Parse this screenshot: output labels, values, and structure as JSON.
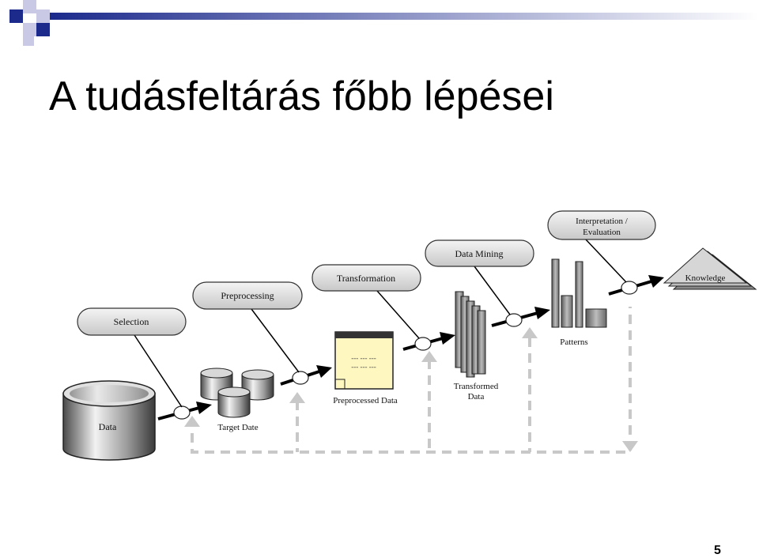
{
  "slide": {
    "title": "A tudásfeltárás főbb lépései",
    "page_number": "5"
  },
  "diagram": {
    "steps": {
      "selection": "Selection",
      "preprocessing": "Preprocessing",
      "transformation": "Transformation",
      "data_mining": "Data Mining",
      "interpretation_line1": "Interpretation /",
      "interpretation_line2": "Evaluation"
    },
    "artifacts": {
      "data": "Data",
      "target": "Target Date",
      "preprocessed": "Preprocessed Data",
      "transformed_line1": "Transformed",
      "transformed_line2": "Data",
      "patterns": "Patterns",
      "knowledge": "Knowledge"
    },
    "note_lines": [
      "--- --- ---",
      "--- --- ---"
    ]
  },
  "colors": {
    "accent_blue": "#1c2a8c",
    "deco_lavender": "#c9c9e6",
    "note_fill": "#fff7c0"
  }
}
